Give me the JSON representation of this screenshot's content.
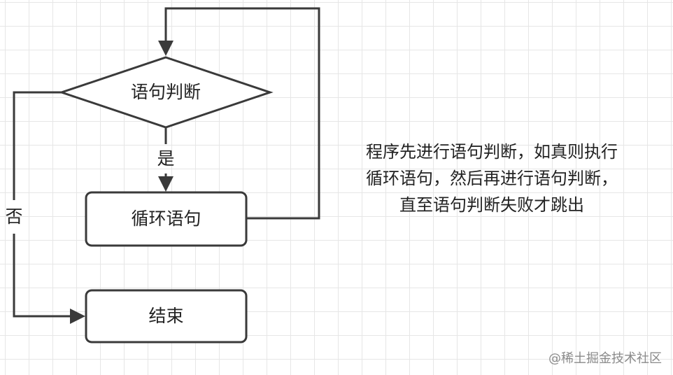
{
  "diagram": {
    "decision_label": "语句判断",
    "yes_label": "是",
    "no_label": "否",
    "loop_label": "循环语句",
    "end_label": "结束"
  },
  "description": {
    "lines": [
      "程序先进行语句判断，如真则执行",
      "循环语句，然后再进行语句判断，",
      "直至语句判断失败才跳出"
    ]
  },
  "watermark": "@稀土掘金技术社区",
  "colors": {
    "line": "#3a3a3a",
    "grid": "#e6e6e6",
    "text": "#222222"
  }
}
